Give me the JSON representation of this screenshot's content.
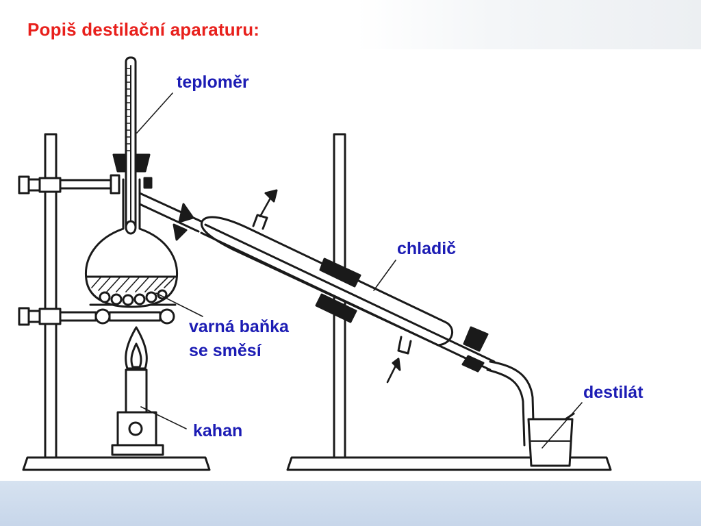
{
  "title": "Popiš destilační aparaturu:",
  "labels": {
    "thermometer": "teploměr",
    "condenser": "chladič",
    "flask_line1": "varná baňka",
    "flask_line2": "se směsí",
    "burner": "kahan",
    "distillate": "destilát"
  },
  "colors": {
    "title": "#e8201c",
    "label": "#1c1cb4",
    "line": "#1a1a1a",
    "footer": "#d0dcec"
  }
}
